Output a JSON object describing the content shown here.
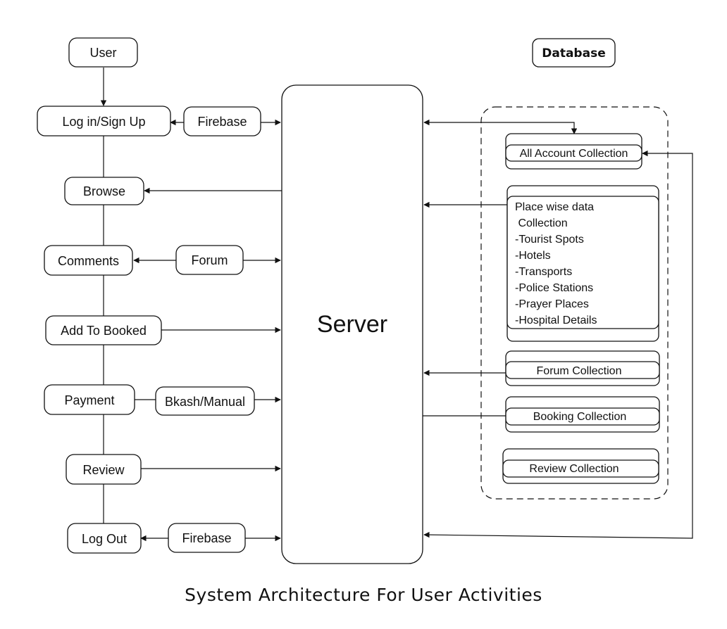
{
  "user_flow": {
    "user": "User",
    "login": "Log in/Sign Up",
    "browse": "Browse",
    "comments": "Comments",
    "add_booked": "Add To Booked",
    "payment": "Payment",
    "review": "Review",
    "logout": "Log Out"
  },
  "services": {
    "firebase_login": "Firebase",
    "forum": "Forum",
    "payment_method": "Bkash/Manual",
    "firebase_logout": "Firebase"
  },
  "server": {
    "label": "Server"
  },
  "database": {
    "title": "Database",
    "collections": {
      "accounts": "All Account Collection",
      "places_lines": [
        "Place wise data",
        " Collection",
        "-Tourist Spots",
        "-Hotels",
        "-Transports",
        "-Police Stations",
        "-Prayer Places",
        "-Hospital Details"
      ],
      "forum": "Forum Collection",
      "booking": "Booking Collection",
      "review": "Review Collection"
    }
  },
  "caption": "System Architecture For User Activities"
}
